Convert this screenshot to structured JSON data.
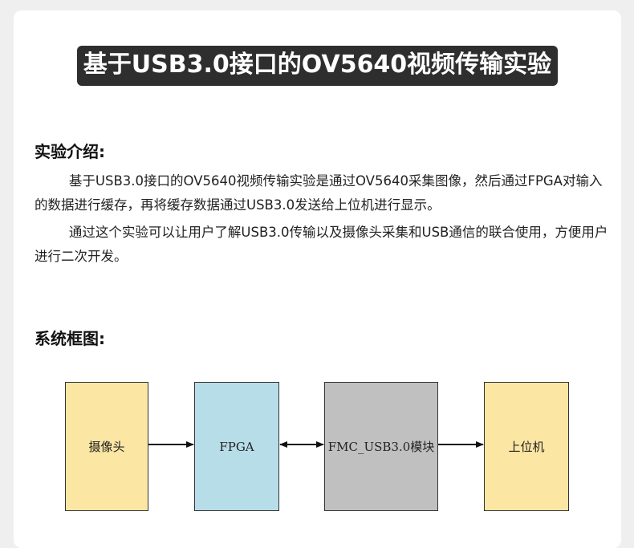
{
  "title": "基于USB3.0接口的OV5640视频传输实验",
  "intro": {
    "heading": "实验介绍:",
    "paragraphs": [
      "基于USB3.0接口的OV5640视频传输实验是通过OV5640采集图像，然后通过FPGA对输入的数据进行缓存，再将缓存数据通过USB3.0发送给上位机进行显示。",
      "通过这个实验可以让用户了解USB3.0传输以及摄像头采集和USB通信的联合使用，方便用户进行二次开发。"
    ]
  },
  "diagram": {
    "heading": "系统框图:",
    "blocks": [
      "摄像头",
      "FPGA",
      "FMC_USB3.0模块",
      "上位机"
    ],
    "colors": {
      "camera": "#fce6a3",
      "fpga": "#b7dde8",
      "module": "#c0c0c0",
      "host": "#fce6a3"
    }
  }
}
